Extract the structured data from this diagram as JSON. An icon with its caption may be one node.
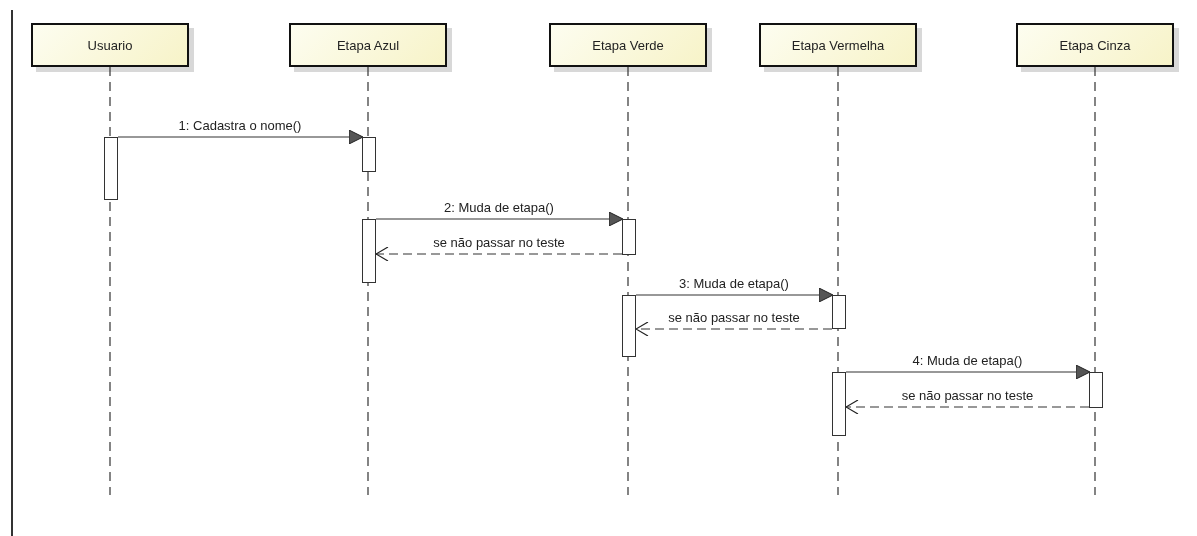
{
  "diagram": {
    "nodes": [
      {
        "text": [
          "Usuario"
        ]
      },
      {
        "text": [
          "Etapa Azul"
        ]
      },
      {
        "text": [
          "Etapa Verde"
        ]
      },
      {
        "text": [
          "Etapa Vermelha"
        ]
      },
      {
        "text": [
          "Etapa Cinza"
        ]
      },
      {
        "text": [],
        "shape": "bar"
      },
      {
        "text": [],
        "shape": "bar"
      },
      {
        "text": [],
        "shape": "bar"
      },
      {
        "text": [],
        "shape": "bar"
      },
      {
        "text": [],
        "shape": "bar"
      },
      {
        "text": [],
        "shape": "bar"
      },
      {
        "text": [],
        "shape": "bar"
      },
      {
        "text": [],
        "shape": "bar"
      }
    ],
    "edges": [
      {
        "from": 5,
        "to": 6,
        "arrow": "to",
        "label": "1: Cadastra o nome()"
      },
      {
        "from": 7,
        "to": 8,
        "arrow": "to",
        "label": "2: Muda de etapa()"
      },
      {
        "from": 8,
        "to": 7,
        "arrow": "to",
        "label": "se não passar no teste",
        "style": "dashed"
      },
      {
        "from": 9,
        "to": 10,
        "arrow": "to",
        "label": "3: Muda de etapa()"
      },
      {
        "from": 10,
        "to": 9,
        "arrow": "to",
        "label": "se não passar no teste",
        "style": "dashed"
      },
      {
        "from": 11,
        "to": 12,
        "arrow": "to",
        "label": "4: Muda de etapa()"
      },
      {
        "from": 12,
        "to": 11,
        "arrow": "to",
        "label": "se não passar no teste",
        "style": "dashed"
      }
    ]
  }
}
